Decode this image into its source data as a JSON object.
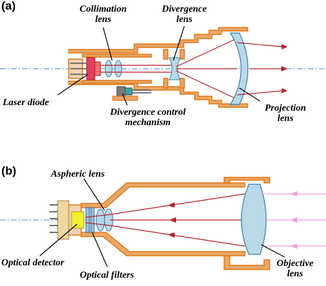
{
  "panel_a": {
    "tag": "(a)",
    "labels": {
      "collimation_line1": "Collimation",
      "collimation_line2": "lens",
      "divergence_line1": "Divergence",
      "divergence_line2": "lens",
      "laser_diode": "Laser diode",
      "control_line1": "Divergence control",
      "control_line2": "mechanism",
      "projection_line1": "Projection",
      "projection_line2": "lens"
    }
  },
  "panel_b": {
    "tag": "(b)",
    "labels": {
      "aspheric_lens": "Aspheric lens",
      "optical_detector": "Optical detector",
      "optical_filters": "Optical filters",
      "objective_line1": "Objective",
      "objective_line2": "lens"
    }
  },
  "colors": {
    "housing": "#e07818",
    "beam": "#b4232a",
    "lens_fill": "#b9d8e8",
    "lens_stroke": "#3a7ea8",
    "axis": "#4a86c5",
    "diode": "#e0405a",
    "detector": "#f2ee30",
    "incoming_arrows": "#f0a0d8",
    "pointer": "#000000"
  }
}
